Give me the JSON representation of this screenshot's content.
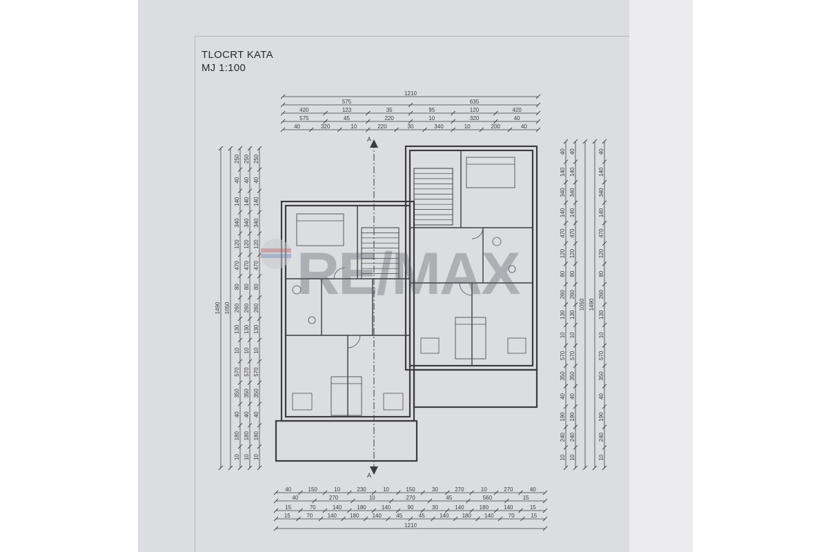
{
  "drawing": {
    "title": "TLOCRT KATA",
    "scale": "MJ 1:100"
  },
  "dimensions": {
    "top_total": "1210",
    "top_row1": [
      "575",
      "635"
    ],
    "top_row2": [
      "420",
      "123",
      "35",
      "95",
      "120",
      "420"
    ],
    "top_row3": [
      "575",
      "45",
      "220",
      "10",
      "320",
      "40"
    ],
    "top_row4": [
      "40",
      "320",
      "10",
      "220",
      "30",
      "340",
      "10",
      "200",
      "40"
    ],
    "bottom_row1": [
      "40",
      "150",
      "10",
      "230",
      "10",
      "150",
      "30",
      "270",
      "10",
      "270",
      "40"
    ],
    "bottom_row2": [
      "40",
      "270",
      "10",
      "270",
      "45",
      "560",
      "15"
    ],
    "bottom_row3": [
      "15",
      "70",
      "140",
      "180",
      "140",
      "90",
      "30",
      "140",
      "180",
      "140",
      "15"
    ],
    "bottom_row4": [
      "15",
      "70",
      "140",
      "180",
      "140",
      "45",
      "45",
      "140",
      "180",
      "140",
      "70",
      "15"
    ],
    "bottom_total": "1210",
    "left_total": "1490",
    "left_sub": "1050",
    "left_parts": [
      "250",
      "40",
      "140",
      "340",
      "120",
      "470",
      "80",
      "260",
      "130",
      "10",
      "570",
      "350",
      "40",
      "180",
      "10"
    ],
    "right_total": "1490",
    "right_sub": "1050",
    "right_parts": [
      "40",
      "140",
      "340",
      "140",
      "470",
      "120",
      "80",
      "260",
      "130",
      "10",
      "570",
      "350",
      "40",
      "190",
      "240",
      "10"
    ]
  },
  "section_marks": [
    "A",
    "A"
  ],
  "watermark_text": "RE/MAX",
  "colors": {
    "paper": "#dcdde1",
    "ink": "#3a3a40",
    "watermark": "#5a5c66"
  }
}
